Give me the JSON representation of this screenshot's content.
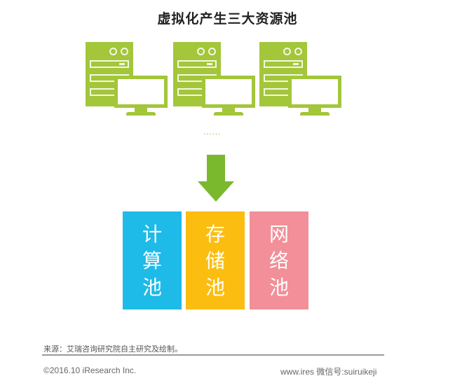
{
  "title": "虚拟化产生三大资源池",
  "servers": [
    {
      "name": "server-1"
    },
    {
      "name": "server-2"
    },
    {
      "name": "server-3"
    }
  ],
  "ellipsis": "......",
  "arrow_color": "#7ab82e",
  "server_color": "#a3c63a",
  "pools": [
    {
      "label_chars": [
        "计",
        "算",
        "池"
      ],
      "label": "计算池",
      "color": "#1ebae8"
    },
    {
      "label_chars": [
        "存",
        "储",
        "池"
      ],
      "label": "存储池",
      "color": "#fbbd10"
    },
    {
      "label_chars": [
        "网",
        "络",
        "池"
      ],
      "label": "网络池",
      "color": "#f28f98"
    }
  ],
  "footer": {
    "source": "来源：艾瑞咨询研究院自主研究及绘制。",
    "copyright": "©2016.10 iResearch Inc.",
    "website": "www.ires 微信号:suiruikeji"
  }
}
